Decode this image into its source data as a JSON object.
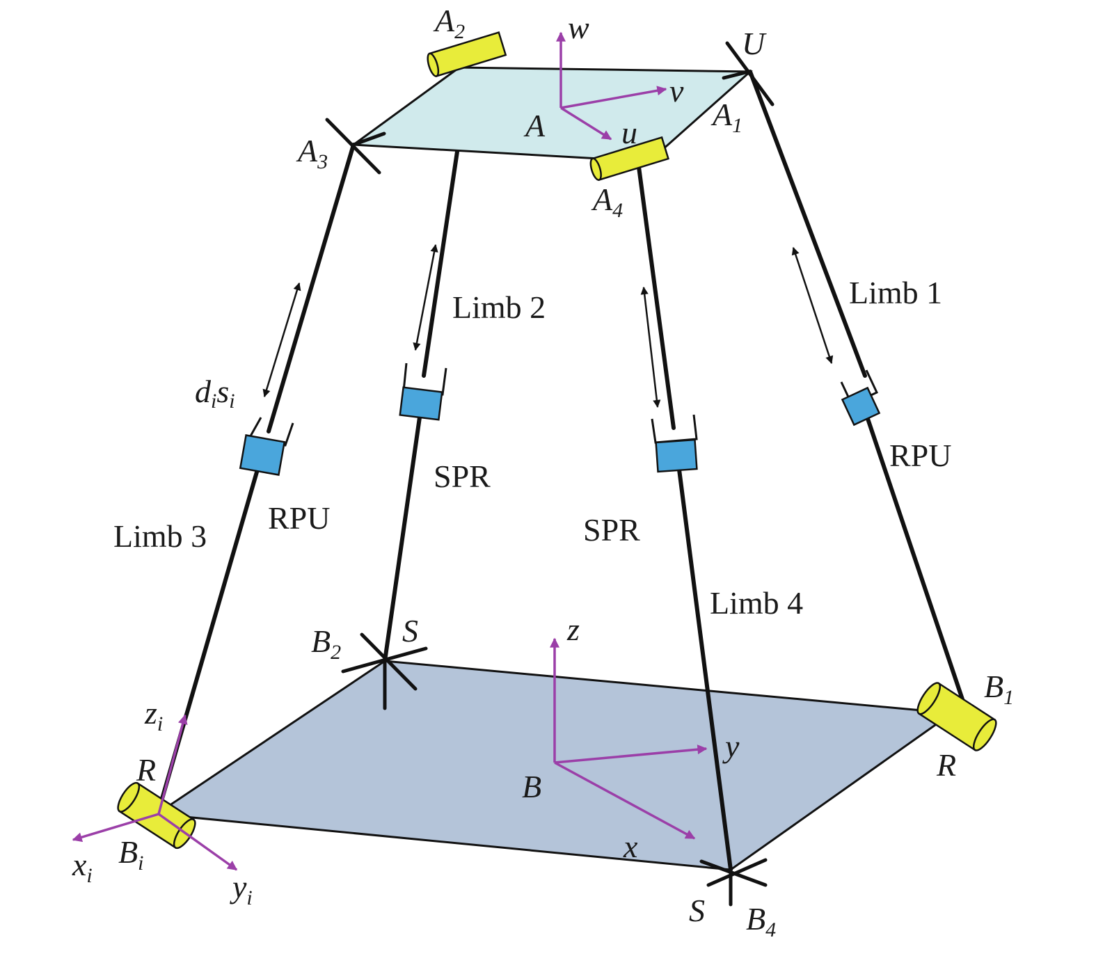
{
  "colors": {
    "moving_platform": "#d0eaec",
    "base_platform": "#b4c4d9",
    "revolute_joint": "#e8ec3a",
    "prismatic_joint": "#4aa6dc",
    "frame_axes": "#9b3fa8",
    "links": "#111111"
  },
  "labels": {
    "A1": "A",
    "A1_sub": "1",
    "A2": "A",
    "A2_sub": "2",
    "A3": "A",
    "A3_sub": "3",
    "A4": "A",
    "A4_sub": "4",
    "A": "A",
    "u": "u",
    "v": "v",
    "w": "w",
    "U": "U",
    "B1": "B",
    "B1_sub": "1",
    "B2": "B",
    "B2_sub": "2",
    "B4": "B",
    "B4_sub": "4",
    "Bi": "B",
    "Bi_sub": "i",
    "B": "B",
    "x": "x",
    "y": "y",
    "z": "z",
    "xi": "x",
    "xi_sub": "i",
    "yi": "y",
    "yi_sub": "i",
    "zi": "z",
    "zi_sub": "i",
    "S_top": "S",
    "S_bottom": "S",
    "R_left": "R",
    "R_right": "R",
    "ds_d": "d",
    "ds_d_sub": "i",
    "ds_s": "s",
    "ds_s_sub": "i"
  },
  "limbs": [
    {
      "name": "Limb 1",
      "type": "RPU"
    },
    {
      "name": "Limb 2",
      "type": "SPR"
    },
    {
      "name": "Limb 3",
      "type": "RPU"
    },
    {
      "name": "Limb 4",
      "type": "SPR"
    }
  ]
}
